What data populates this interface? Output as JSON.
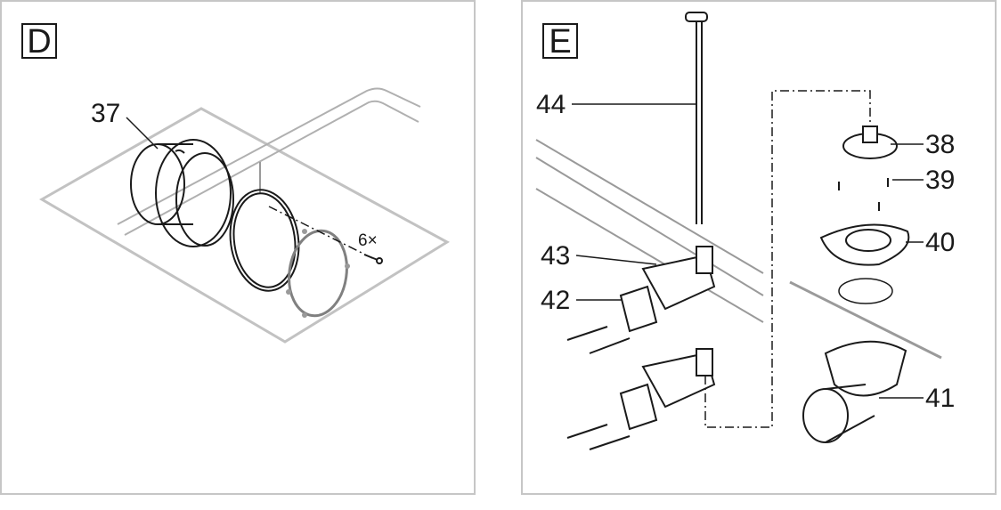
{
  "panels": {
    "d": {
      "letter": "D",
      "labels": {
        "p37": "37",
        "screws": "6×"
      }
    },
    "e": {
      "letter": "E",
      "labels": {
        "p44": "44",
        "p43": "43",
        "p42": "42",
        "p38": "38",
        "p39": "39",
        "p40": "40",
        "p41": "41"
      }
    }
  },
  "colors": {
    "panel_border": "#c6c6c6",
    "line": "#1a1a1a",
    "light_line": "#9a9a9a",
    "plate": "#bdbdbd"
  }
}
